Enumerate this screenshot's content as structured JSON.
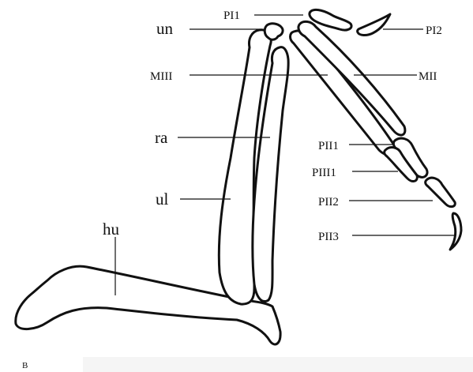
{
  "figure": {
    "panel_letter": "B",
    "labels": {
      "un": "un",
      "ra": "ra",
      "ul": "ul",
      "hu": "hu",
      "MIII": "MIII",
      "PI1": "PI1",
      "PI2": "PI2",
      "MII": "MII",
      "PII1": "PII1",
      "PIII1": "PIII1",
      "PII2": "PII2",
      "PII3": "PII3"
    }
  }
}
